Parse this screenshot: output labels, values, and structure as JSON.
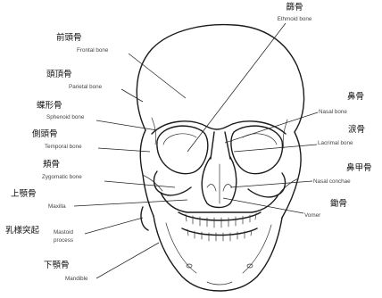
{
  "labels": {
    "ethmoid": {
      "ja": "篩骨",
      "en": "Ethmoid bone"
    },
    "frontal": {
      "ja": "前頭骨",
      "en": "Frontal bone"
    },
    "parietal": {
      "ja": "頭頂骨",
      "en": "Parietal bone"
    },
    "sphenoid": {
      "ja": "蝶形骨",
      "en": "Sphenoid bone"
    },
    "temporal": {
      "ja": "側頭骨",
      "en": "Temporal bone"
    },
    "zygomatic": {
      "ja": "頬骨",
      "en": "Zygomatic bone"
    },
    "maxilla": {
      "ja": "上顎骨",
      "en": "Maxilla"
    },
    "mastoid": {
      "ja": "乳様突起",
      "en1": "Mastoid",
      "en2": "process"
    },
    "mandible": {
      "ja": "下顎骨",
      "en": "Mandible"
    },
    "nasal": {
      "ja": "鼻骨",
      "en": "Nasal bone"
    },
    "lacrimal": {
      "ja": "涙骨",
      "en": "Lacrimal bone"
    },
    "conchae": {
      "ja": "鼻甲骨",
      "en": "Nasal conchae"
    },
    "vomer": {
      "ja": "鋤骨",
      "en": "Vomer"
    }
  }
}
